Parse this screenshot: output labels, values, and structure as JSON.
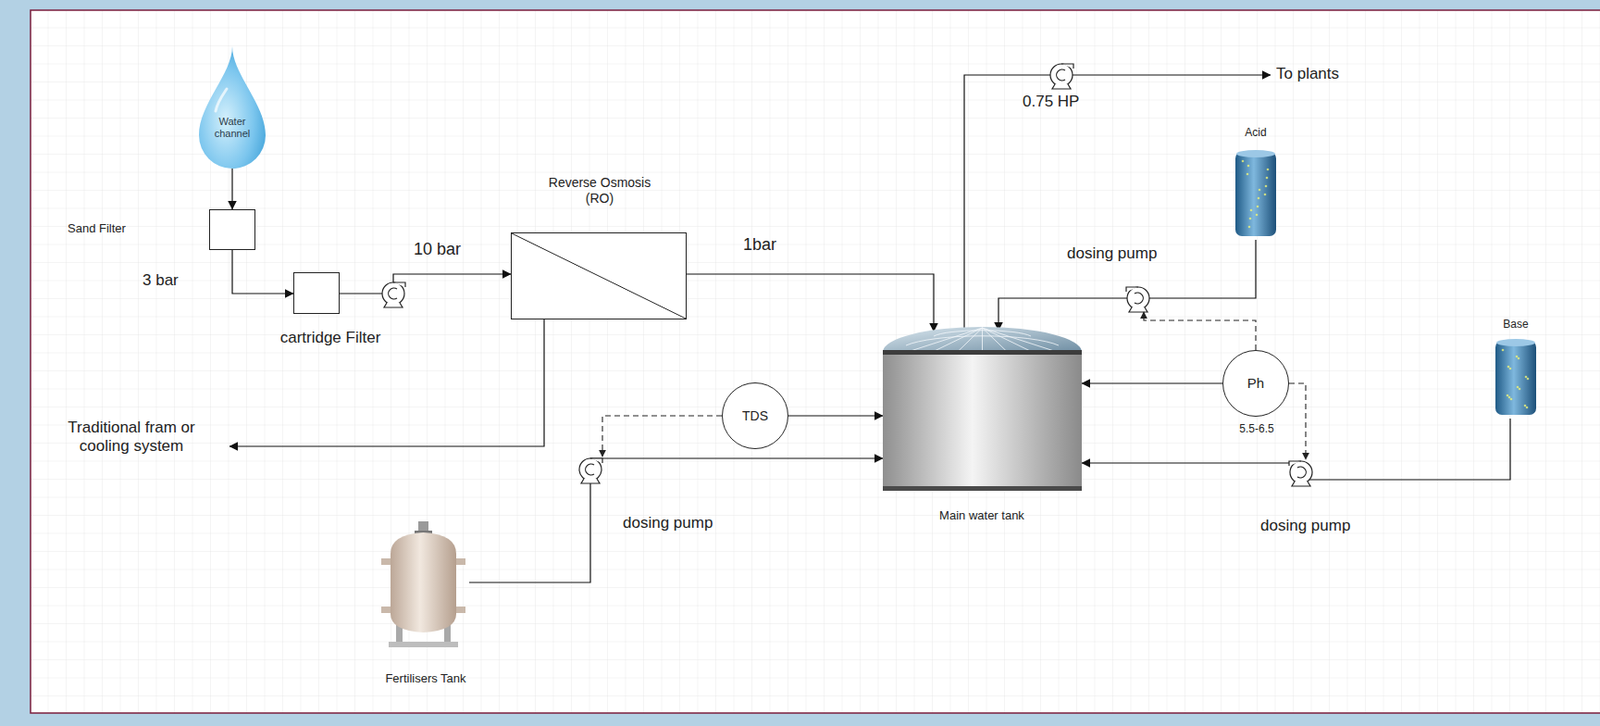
{
  "diagram": {
    "nodes": [
      {
        "text": [
          "Water channel"
        ]
      },
      {
        "text": [
          "Sand Filter"
        ]
      },
      {
        "text": [
          "cartridge Filter"
        ]
      },
      {
        "text": [
          "Reverse Osmosis (RO)"
        ]
      },
      {
        "text": [
          "To plants"
        ]
      },
      {
        "text": [
          "Acid"
        ]
      },
      {
        "text": [
          "Traditional fram or cooling system"
        ]
      },
      {
        "text": [
          "TDS"
        ]
      },
      {
        "text": [
          "Main water tank"
        ]
      },
      {
        "text": [
          "Ph",
          "5.5-6.5"
        ]
      },
      {
        "text": [
          "Base"
        ]
      },
      {
        "text": [
          "Fertilisers Tank"
        ]
      }
    ],
    "edges": [
      {
        "from": 0,
        "to": 1,
        "arrow": "to"
      },
      {
        "from": 1,
        "to": 2,
        "arrow": "to"
      },
      {
        "from": 2,
        "to": 3,
        "arrow": "to"
      },
      {
        "from": 3,
        "to": 8,
        "arrow": "to"
      },
      {
        "from": 3,
        "to": 6,
        "arrow": "to"
      },
      {
        "from": 8,
        "to": 4,
        "arrow": "to"
      },
      {
        "from": 5,
        "to": 8,
        "arrow": "to"
      },
      {
        "from": 7,
        "to": 8,
        "arrow": "to"
      },
      {
        "from": 9,
        "to": 8,
        "arrow": "to"
      },
      {
        "from": 10,
        "to": 8,
        "arrow": "to"
      },
      {
        "from": 11,
        "to": 8,
        "arrow": "to"
      }
    ],
    "labels": [
      "0.75 HP",
      "10 bar",
      "1bar",
      "dosing pump",
      "3 bar",
      "dosing pump",
      "dosing pump"
    ]
  }
}
